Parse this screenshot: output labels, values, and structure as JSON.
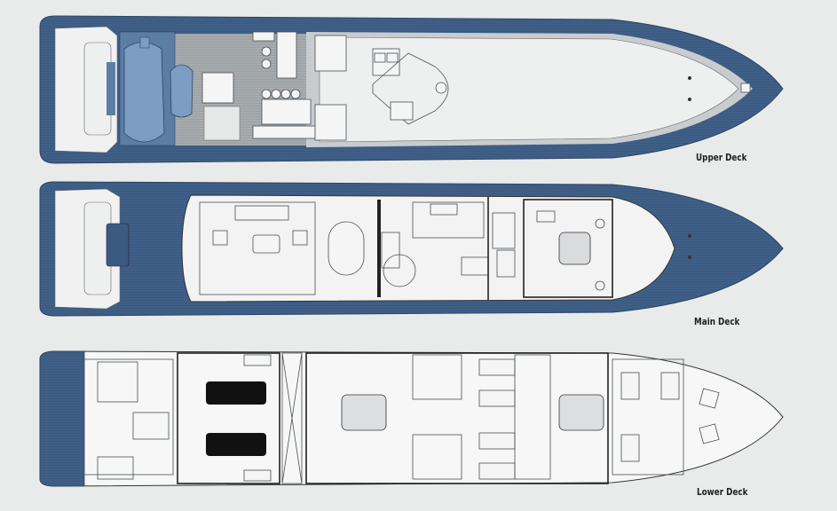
{
  "decks": [
    {
      "name": "Upper Deck"
    },
    {
      "name": "Main Deck"
    },
    {
      "name": "Lower Deck"
    }
  ],
  "colors": {
    "hull_blue": "#46678f",
    "deck_grey": "#a9adb0",
    "background": "#e9ebea",
    "interior": "#f2f3f2"
  }
}
